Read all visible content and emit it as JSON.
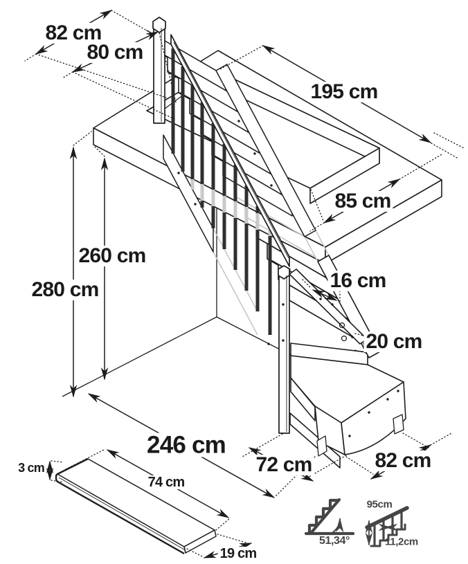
{
  "drawing": {
    "type": "staircase-technical-diagram",
    "line_color": "#1d1d1d",
    "ghost_color": "#c7c7c7",
    "baluster_color": "#2f2f2f",
    "icon_color": "#454545"
  },
  "dimensions": {
    "railing_width_outer": "82 cm",
    "railing_width_inner": "80 cm",
    "opening_length": "195 cm",
    "opening_side": "85 cm",
    "ceiling_height": "260 cm",
    "floor_height": "280 cm",
    "step_overlap": "16 cm",
    "step_rise": "20 cm",
    "total_run": "246 cm",
    "base_width": "72 cm",
    "base_depth": "82 cm",
    "tread_thickness": "3 cm",
    "tread_length": "74 cm",
    "tread_depth": "19 cm"
  },
  "legend": {
    "stair_angle": "51,34°",
    "rail_height": "95cm",
    "step_spacing": "11,2cm"
  }
}
